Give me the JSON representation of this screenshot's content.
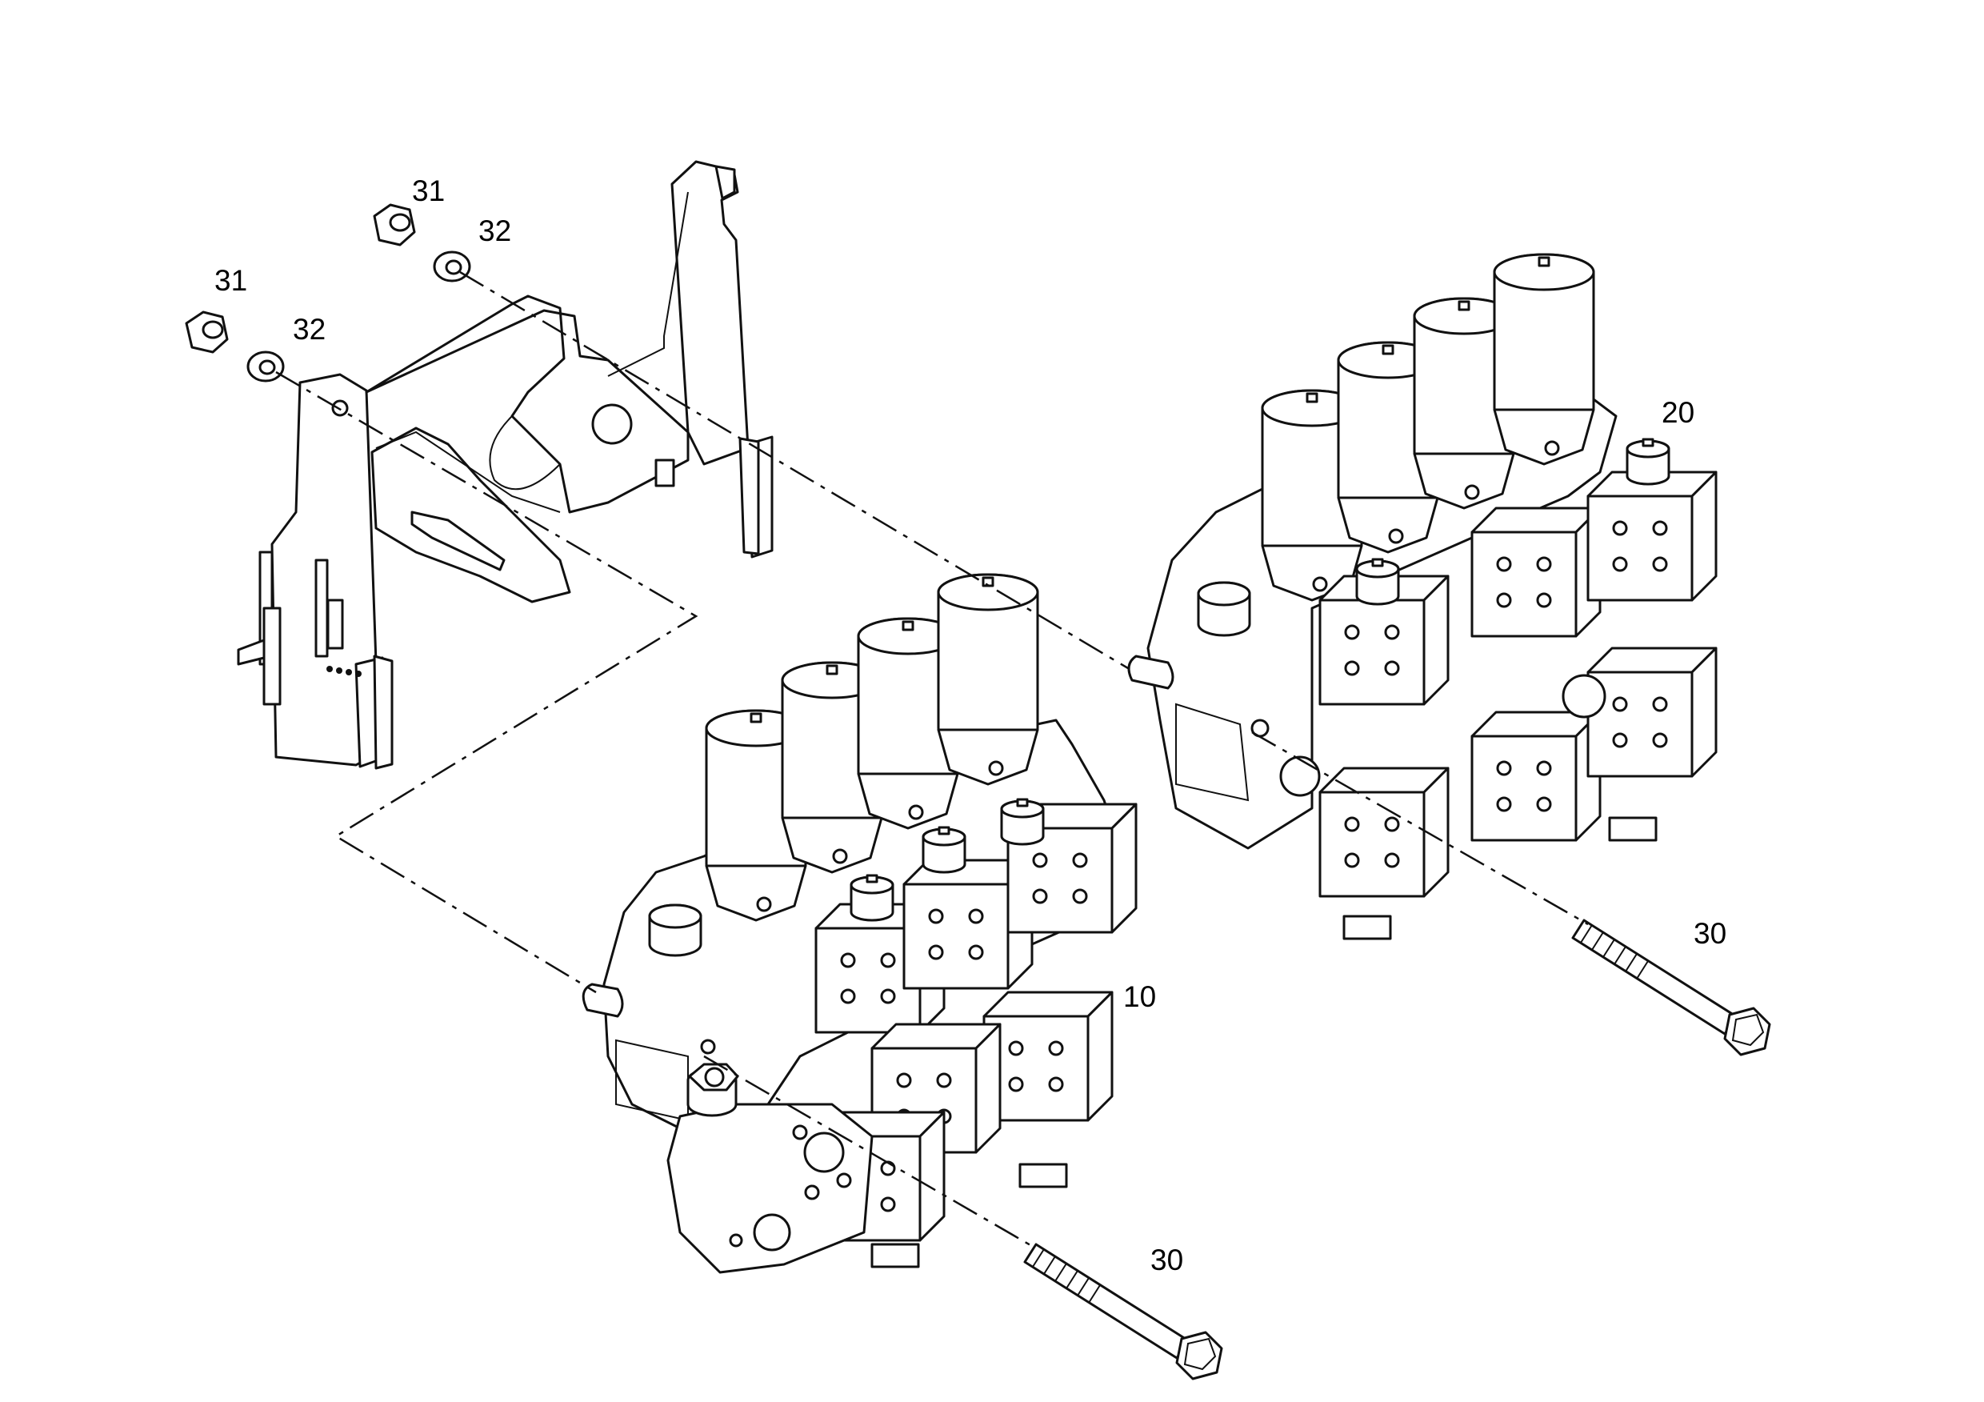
{
  "callouts": {
    "nut_upper": "31",
    "washer_upper": "32",
    "nut_lower": "31",
    "washer_lower": "32",
    "valve_block_right": "20",
    "bolt_right": "30",
    "valve_block_left": "10",
    "bolt_left": "30"
  }
}
